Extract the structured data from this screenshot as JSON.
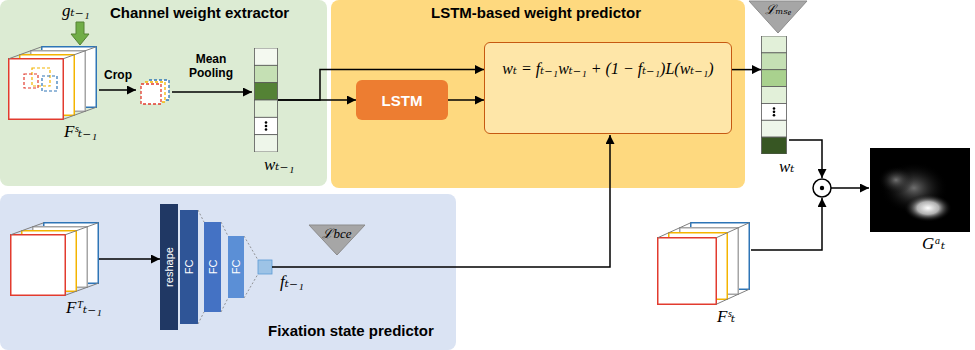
{
  "diagram": {
    "nodes": [
      {
        "text": [
          "Channel weight extractor"
        ]
      },
      {
        "text": [
          "Fˢₜ₋₁"
        ],
        "in": 0
      },
      {
        "text": [
          "wₜ₋₁"
        ],
        "in": 0
      },
      {
        "text": [
          "LSTM-based weight predictor"
        ]
      },
      {
        "text": [
          "LSTM"
        ],
        "in": 3
      },
      {
        "text": [
          "wₜ = fₜ₋₁wₜ₋₁ + (1 − fₜ₋₁)L(wₜ₋₁)"
        ],
        "in": 3
      },
      {
        "text": [
          "ℒₘₛₑ"
        ]
      },
      {
        "text": [
          "wₜ"
        ]
      },
      {
        "text": [
          "Fixation state predictor"
        ]
      },
      {
        "text": [
          "Fᵀₜ₋₁"
        ],
        "in": 8
      },
      {
        "text": [
          "reshape"
        ],
        "in": 8
      },
      {
        "text": [
          "FC"
        ],
        "in": 8
      },
      {
        "text": [
          "FC"
        ],
        "in": 8
      },
      {
        "text": [
          "FC"
        ],
        "in": 8
      },
      {
        "text": [
          "ℒbce"
        ],
        "in": 8
      },
      {
        "text": [
          "Fˢₜ"
        ]
      },
      {
        "text": [
          "Gᵃₜ"
        ]
      }
    ],
    "edges": [
      {
        "from": 2,
        "to": 4,
        "arrow": "to"
      },
      {
        "from": 2,
        "to": 5,
        "arrow": "to"
      },
      {
        "from": 4,
        "to": 5,
        "arrow": "to"
      },
      {
        "from": 5,
        "to": 7,
        "arrow": "to"
      },
      {
        "from": 9,
        "to": 10,
        "arrow": "to"
      }
    ],
    "labels": [
      "gₜ₋₁",
      "Crop",
      "Mean Pooling",
      "fₜ₋₁"
    ]
  }
}
